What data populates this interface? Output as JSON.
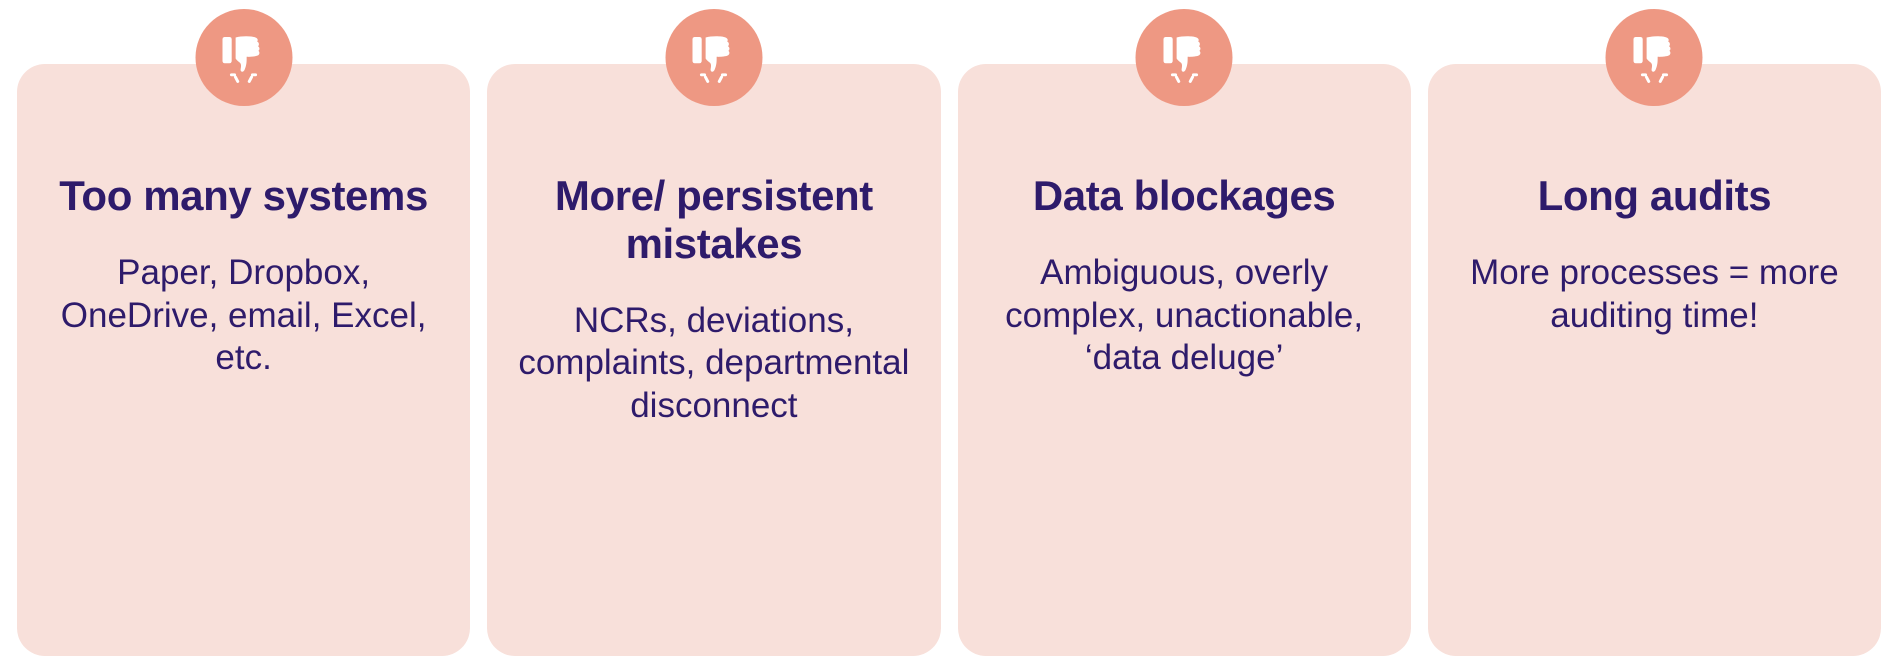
{
  "page": {
    "background_color": "#ffffff",
    "layout": "four-column-card-row"
  },
  "theme": {
    "card_background": "#f8e0da",
    "badge_color": "#ee9883",
    "text_color": "#2e1b6b",
    "icon_color": "#ffffff"
  },
  "cards": [
    {
      "icon": "thumbs-down-icon",
      "heading": "Too many systems",
      "body": "Paper, Dropbox, OneDrive, email, Excel, etc."
    },
    {
      "icon": "thumbs-down-icon",
      "heading": "More/ persistent mistakes",
      "body": "NCRs, deviations, complaints, departmental disconnect"
    },
    {
      "icon": "thumbs-down-icon",
      "heading": "Data blockages",
      "body": "Ambiguous, overly complex, unactionable, ‘data deluge’"
    },
    {
      "icon": "thumbs-down-icon",
      "heading": "Long audits",
      "body": "More processes = more auditing time!"
    }
  ]
}
